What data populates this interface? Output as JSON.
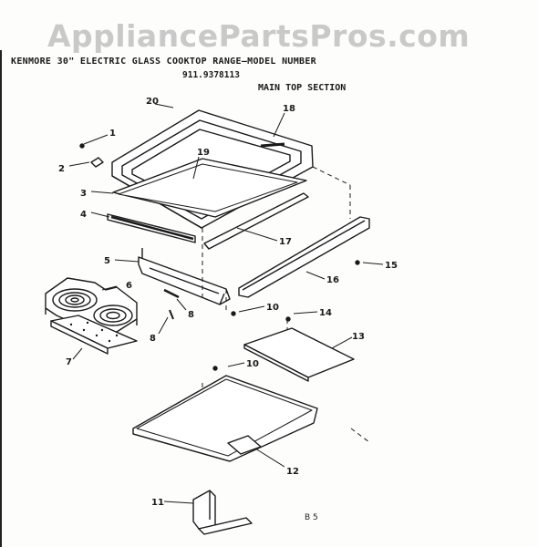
{
  "watermark": "AppliancePartsPros.com",
  "header": {
    "title": "KENMORE 30\" ELECTRIC GLASS COOKTOP RANGE—MODEL NUMBER",
    "model": "911.9378113",
    "section": "MAIN TOP SECTION"
  },
  "page_number": "B 5",
  "callouts": {
    "c1": "1",
    "c2": "2",
    "c3": "3",
    "c4": "4",
    "c5": "5",
    "c6": "6",
    "c7": "7",
    "c8a": "8",
    "c8b": "8",
    "c10a": "10",
    "c10b": "10",
    "c11": "11",
    "c12": "12",
    "c13": "13",
    "c14": "14",
    "c15": "15",
    "c16": "16",
    "c17": "17",
    "c18": "18",
    "c19": "19",
    "c20": "20"
  }
}
